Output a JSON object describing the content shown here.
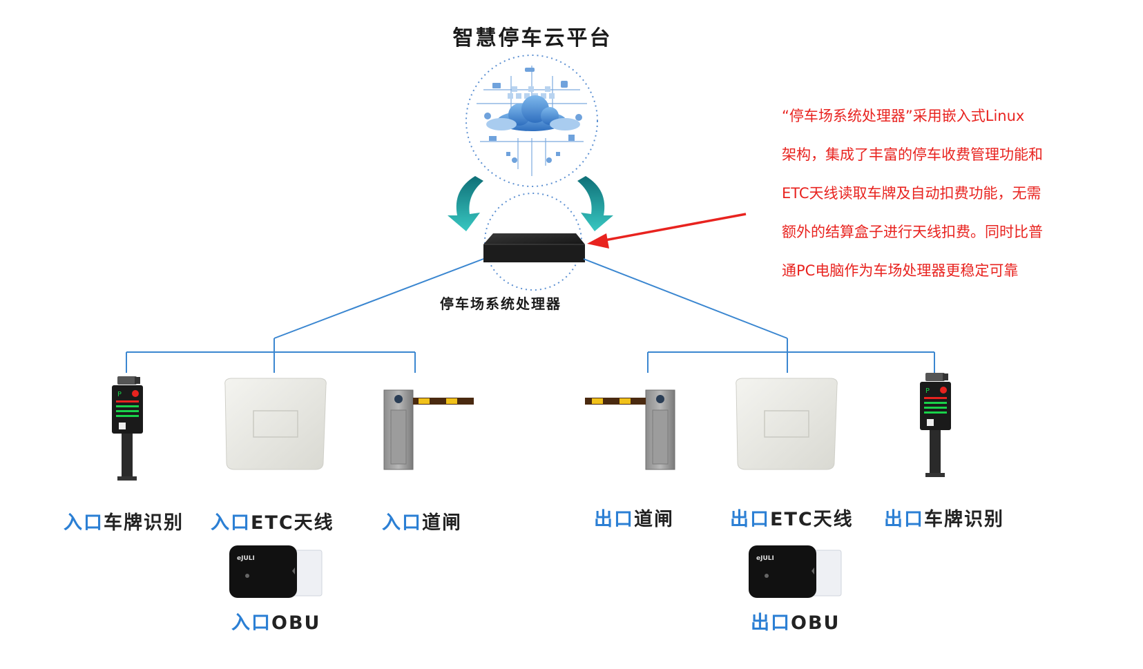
{
  "diagram": {
    "title": "智慧停车云平台",
    "processor_label": "停车场系统处理器",
    "note_lines": [
      "“停车场系统处理器”采用嵌入式Linux",
      "架构，集成了丰富的停车收费管理功能和",
      "ETC天线读取车牌及自动扣费功能，无需",
      "额外的结算盒子进行天线扣费。同时比普",
      "通PC电脑作为车场处理器更稳定可靠"
    ],
    "entry": {
      "lpr": {
        "prefix": "入口",
        "name": "车牌识别"
      },
      "etc": {
        "prefix": "入口",
        "name": "ETC天线"
      },
      "gate": {
        "prefix": "入口",
        "name": "道闸"
      },
      "obu": {
        "prefix": "入口",
        "name": "OBU"
      }
    },
    "exit": {
      "gate": {
        "prefix": "出口",
        "name": "道闸"
      },
      "etc": {
        "prefix": "出口",
        "name": "ETC天线"
      },
      "lpr": {
        "prefix": "出口",
        "name": "车牌识别"
      },
      "obu": {
        "prefix": "出口",
        "name": "OBU"
      }
    },
    "obu_brand": "eJULI",
    "colors": {
      "accent": "#2b7fd4",
      "note": "#e8231f",
      "line": "#3a86d0",
      "arrow": "#1e9aa0"
    }
  }
}
